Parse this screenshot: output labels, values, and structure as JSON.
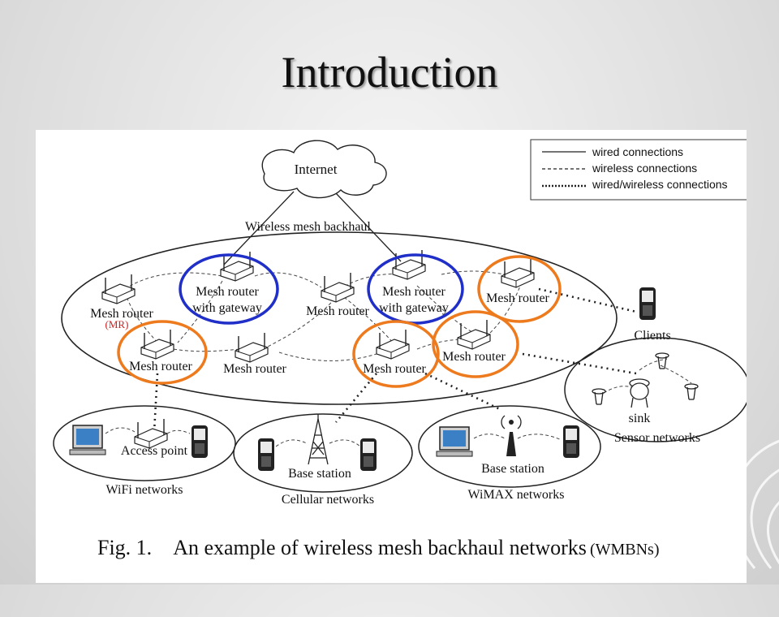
{
  "slide": {
    "title": "Introduction"
  },
  "legend": {
    "wired": "wired connections",
    "wireless": "wireless connections",
    "mixed": "wired/wireless connections"
  },
  "diagram": {
    "internet": "Internet",
    "backhaul": "Wireless mesh backhaul",
    "mesh_router": "Mesh router",
    "mr_abbrev": "(MR)",
    "gateway_line1": "Mesh router",
    "gateway_line2": "with gateway",
    "clients": "Clients",
    "sink": "sink",
    "sensor_networks": "Sensor networks",
    "access_point": "Access point",
    "wifi_networks": "WiFi networks",
    "base_station": "Base station",
    "cellular_networks": "Cellular networks",
    "wimax_networks": "WiMAX networks",
    "highlight_gateway_color": "#1f2fc8",
    "highlight_router_color": "#ee7a1e"
  },
  "caption": {
    "number": "Fig. 1.",
    "text": "An example of wireless mesh backhaul networks",
    "suffix": "(WMBNs)"
  }
}
